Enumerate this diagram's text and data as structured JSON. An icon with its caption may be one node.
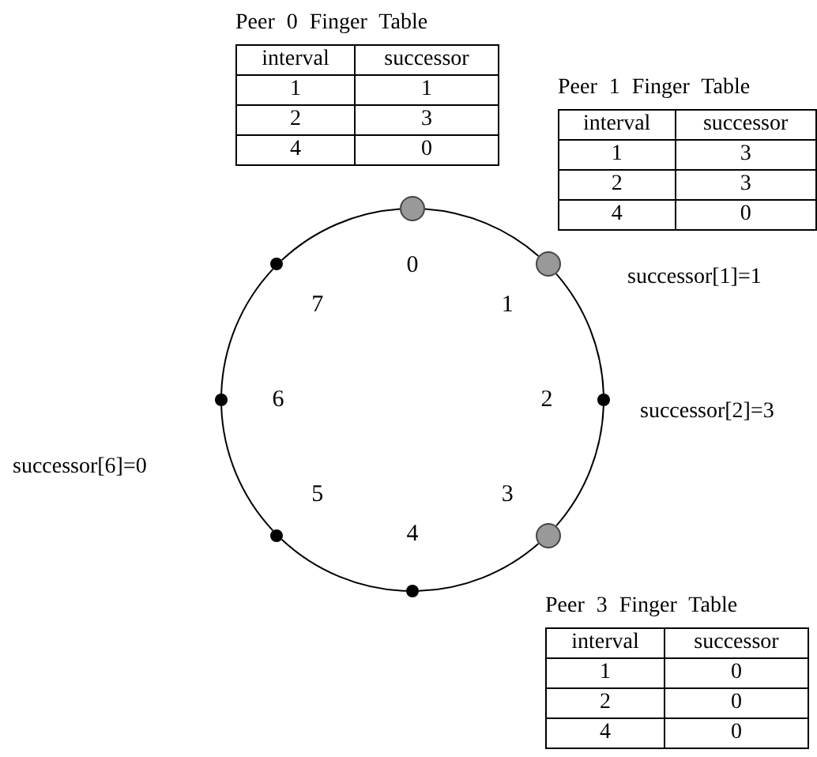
{
  "diagram": {
    "nodes": [
      {
        "text": [],
        "shape": "circle",
        "beside": [
          "0"
        ]
      },
      {
        "text": [],
        "shape": "circle",
        "beside": [
          "1"
        ]
      },
      {
        "text": [],
        "shape": "circle",
        "beside": [
          "2"
        ]
      },
      {
        "text": [],
        "shape": "circle",
        "beside": [
          "3"
        ]
      },
      {
        "text": [],
        "shape": "circle",
        "beside": [
          "4"
        ]
      },
      {
        "text": [],
        "shape": "circle",
        "beside": [
          "5"
        ]
      },
      {
        "text": [],
        "shape": "circle",
        "beside": [
          "6"
        ]
      },
      {
        "text": [],
        "shape": "circle",
        "beside": [
          "7"
        ]
      }
    ],
    "edges": [
      {
        "from": 0,
        "to": 1,
        "arrow": "none"
      },
      {
        "from": 1,
        "to": 2,
        "arrow": "none"
      },
      {
        "from": 2,
        "to": 3,
        "arrow": "none"
      },
      {
        "from": 3,
        "to": 4,
        "arrow": "none"
      },
      {
        "from": 4,
        "to": 5,
        "arrow": "none"
      },
      {
        "from": 5,
        "to": 6,
        "arrow": "none"
      },
      {
        "from": 6,
        "to": 7,
        "arrow": "none"
      },
      {
        "from": 7,
        "to": 0,
        "arrow": "none"
      }
    ],
    "labels": [
      "Peer 0 Finger Table",
      "interval",
      "successor",
      "1",
      "1",
      "2",
      "3",
      "4",
      "0",
      "Peer 1 Finger Table",
      "interval",
      "successor",
      "1",
      "3",
      "2",
      "3",
      "4",
      "0",
      "successor[1]=1",
      "successor[2]=3",
      "successor[6]=0",
      "Peer 3 Finger Table",
      "interval",
      "successor",
      "1",
      "0",
      "2",
      "0",
      "4",
      "0"
    ]
  }
}
